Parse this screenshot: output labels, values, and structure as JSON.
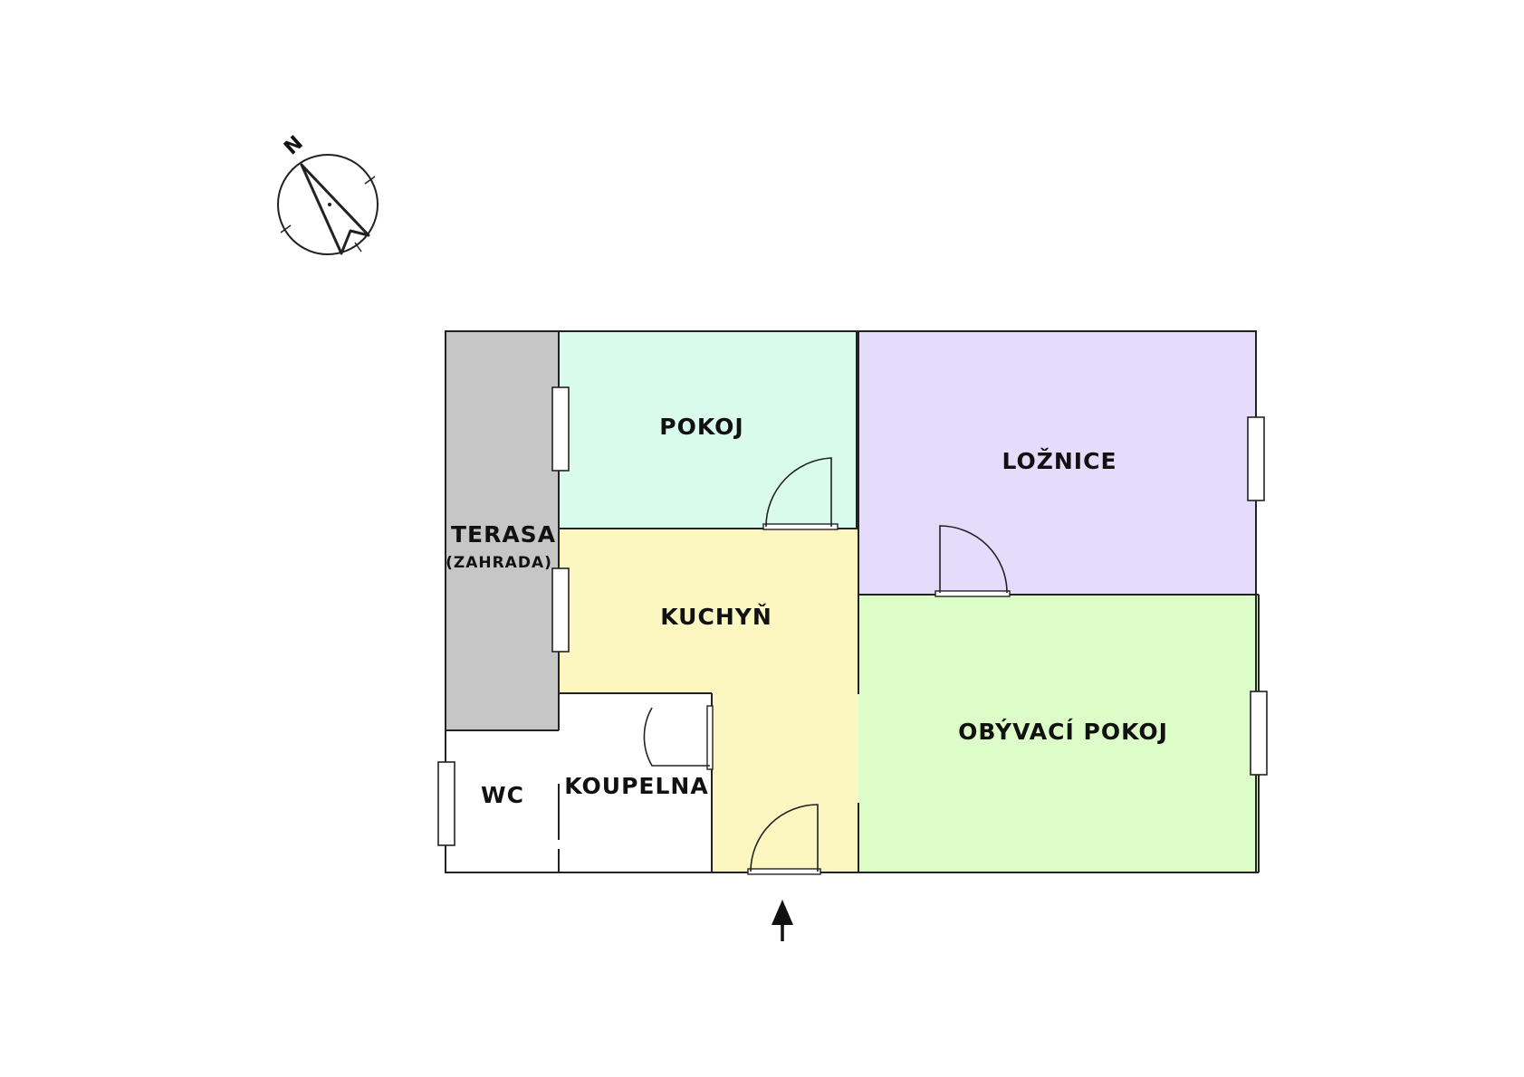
{
  "colors": {
    "terasa": "#c6c6c6",
    "pokoj": "#d9fbee",
    "loznice": "#e5dcfc",
    "kuchyn": "#fcf6c1",
    "obyvaci_pokoj": "#dcfdc8",
    "wc": "#ffffff",
    "koupelna": "#ffffff",
    "walls": "#222222"
  },
  "rooms": {
    "terasa": {
      "label": "TERASA",
      "sub": "(ZAHRADA)"
    },
    "pokoj": {
      "label": "POKOJ"
    },
    "loznice": {
      "label": "LOŽNICE"
    },
    "kuchyn": {
      "label": "KUCHYŇ"
    },
    "obyvaci_pokoj": {
      "label": "OBÝVACÍ POKOJ"
    },
    "wc": {
      "label": "WC"
    },
    "koupelna": {
      "label": "KOUPELNA"
    }
  },
  "compass": {
    "north_label": "N",
    "icon": "north-arrow-icon"
  },
  "entrance": {
    "icon": "entrance-arrow-icon"
  }
}
